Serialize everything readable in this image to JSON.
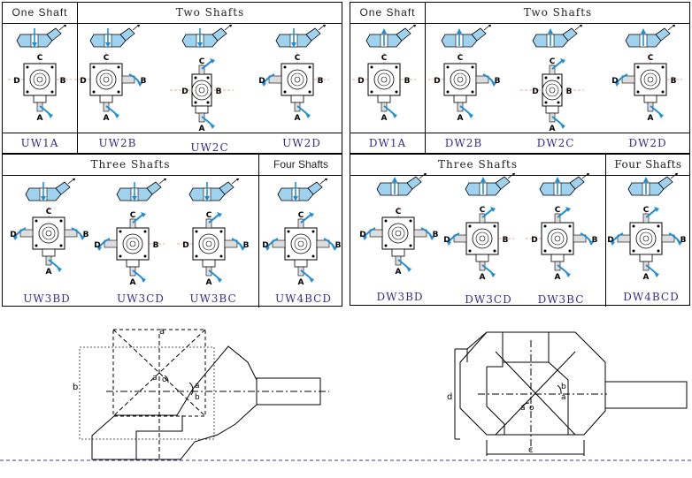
{
  "uw": {
    "one_shaft": "One Shaft",
    "two_shafts": "Two Shafts",
    "three_shafts": "Three Shafts",
    "four_shafts": "Four Shafts",
    "codes_top": [
      "UW1A",
      "UW2B",
      "UW2C",
      "UW2D"
    ],
    "codes_bottom": [
      "UW3BD",
      "UW3CD",
      "UW3BC",
      "UW4BCD"
    ]
  },
  "dw": {
    "one_shaft": "One Shaft",
    "two_shafts": "Two Shafts",
    "three_shafts": "Three Shafts",
    "four_shafts": "Four Shafts",
    "codes_top": [
      "DW1A",
      "DW2B",
      "DW2C",
      "DW2D"
    ],
    "codes_bottom": [
      "DW3BD",
      "DW3CD",
      "DW3BC",
      "DW4BCD"
    ]
  },
  "shaft_letters": [
    "A",
    "B",
    "C",
    "D"
  ],
  "dims_left": {
    "a": "a",
    "b": "b",
    "a1": "a",
    "b1": "b",
    "o": "o"
  },
  "dims_right": {
    "c": "c",
    "d": "d",
    "o": "o",
    "a": "a",
    "b": "b"
  },
  "colors": {
    "accent_arrow": "#1e8fd6",
    "code_text": "#3a2a8c",
    "centerline": "#d9532a",
    "line": "#000000"
  }
}
